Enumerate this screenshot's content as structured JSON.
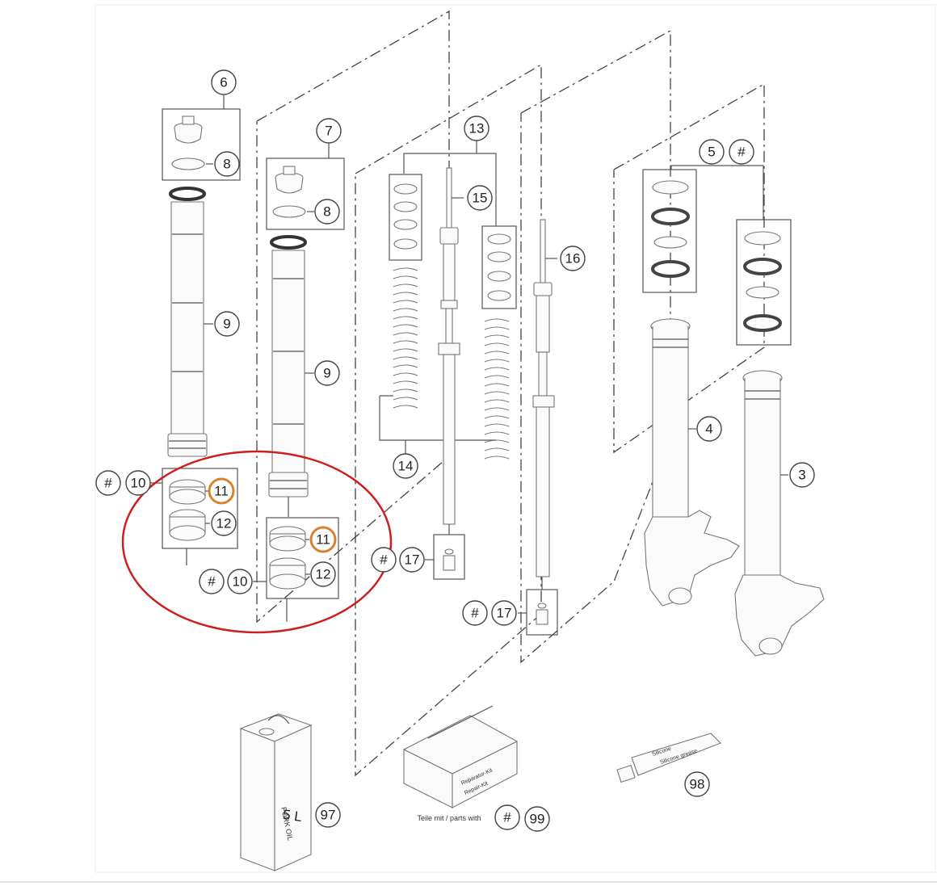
{
  "callouts": [
    {
      "id": "c6",
      "label": "6"
    },
    {
      "id": "c8a",
      "label": "8"
    },
    {
      "id": "c7",
      "label": "7"
    },
    {
      "id": "c8b",
      "label": "8"
    },
    {
      "id": "c9a",
      "label": "9"
    },
    {
      "id": "c9b",
      "label": "9"
    },
    {
      "id": "c10a",
      "label": "10"
    },
    {
      "id": "c11a",
      "label": "11",
      "highlight": true
    },
    {
      "id": "c12a",
      "label": "12"
    },
    {
      "id": "c10b",
      "label": "10"
    },
    {
      "id": "c11b",
      "label": "11",
      "highlight": true
    },
    {
      "id": "c12b",
      "label": "12"
    },
    {
      "id": "c13",
      "label": "13"
    },
    {
      "id": "c14",
      "label": "14"
    },
    {
      "id": "c15",
      "label": "15"
    },
    {
      "id": "c16",
      "label": "16"
    },
    {
      "id": "c17a",
      "label": "17"
    },
    {
      "id": "c17b",
      "label": "17"
    },
    {
      "id": "c5",
      "label": "5"
    },
    {
      "id": "c4",
      "label": "4"
    },
    {
      "id": "c3",
      "label": "3"
    },
    {
      "id": "c97",
      "label": "97"
    },
    {
      "id": "c98",
      "label": "98"
    },
    {
      "id": "c99",
      "label": "99"
    }
  ],
  "hash_mark": "#",
  "accessories": {
    "oil_can_label_1": "FORK OIL",
    "oil_can_label_2": "5 L",
    "repair_kit_label_1": "Reparatur-Kit",
    "repair_kit_label_2": "Repair-Kit",
    "grease_label_1": "Silicone",
    "grease_label_2": "Silicone grease",
    "parts_with_note": "Teile mit / parts with"
  },
  "colors": {
    "highlight_ellipse": "#cc1f1f",
    "highlight_circle": "#d9822b",
    "line": "#555555"
  }
}
